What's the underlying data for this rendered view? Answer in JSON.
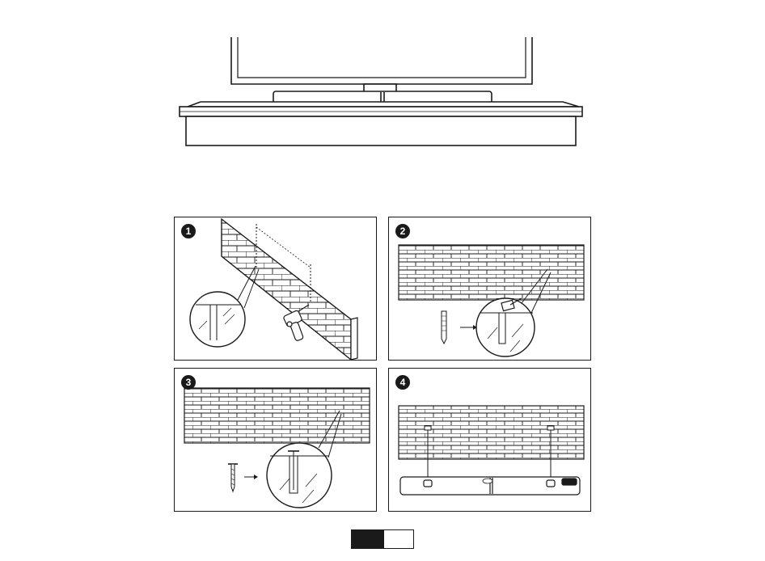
{
  "steps": [
    {
      "number": "1"
    },
    {
      "number": "2"
    },
    {
      "number": "3"
    },
    {
      "number": "4"
    }
  ],
  "colors": {
    "ink": "#1a1a1a",
    "paper": "#ffffff"
  },
  "icons": [
    "drill-icon",
    "hammer-icon",
    "wall-anchor-icon",
    "screw-icon",
    "soundbar-icon",
    "tv-icon"
  ]
}
